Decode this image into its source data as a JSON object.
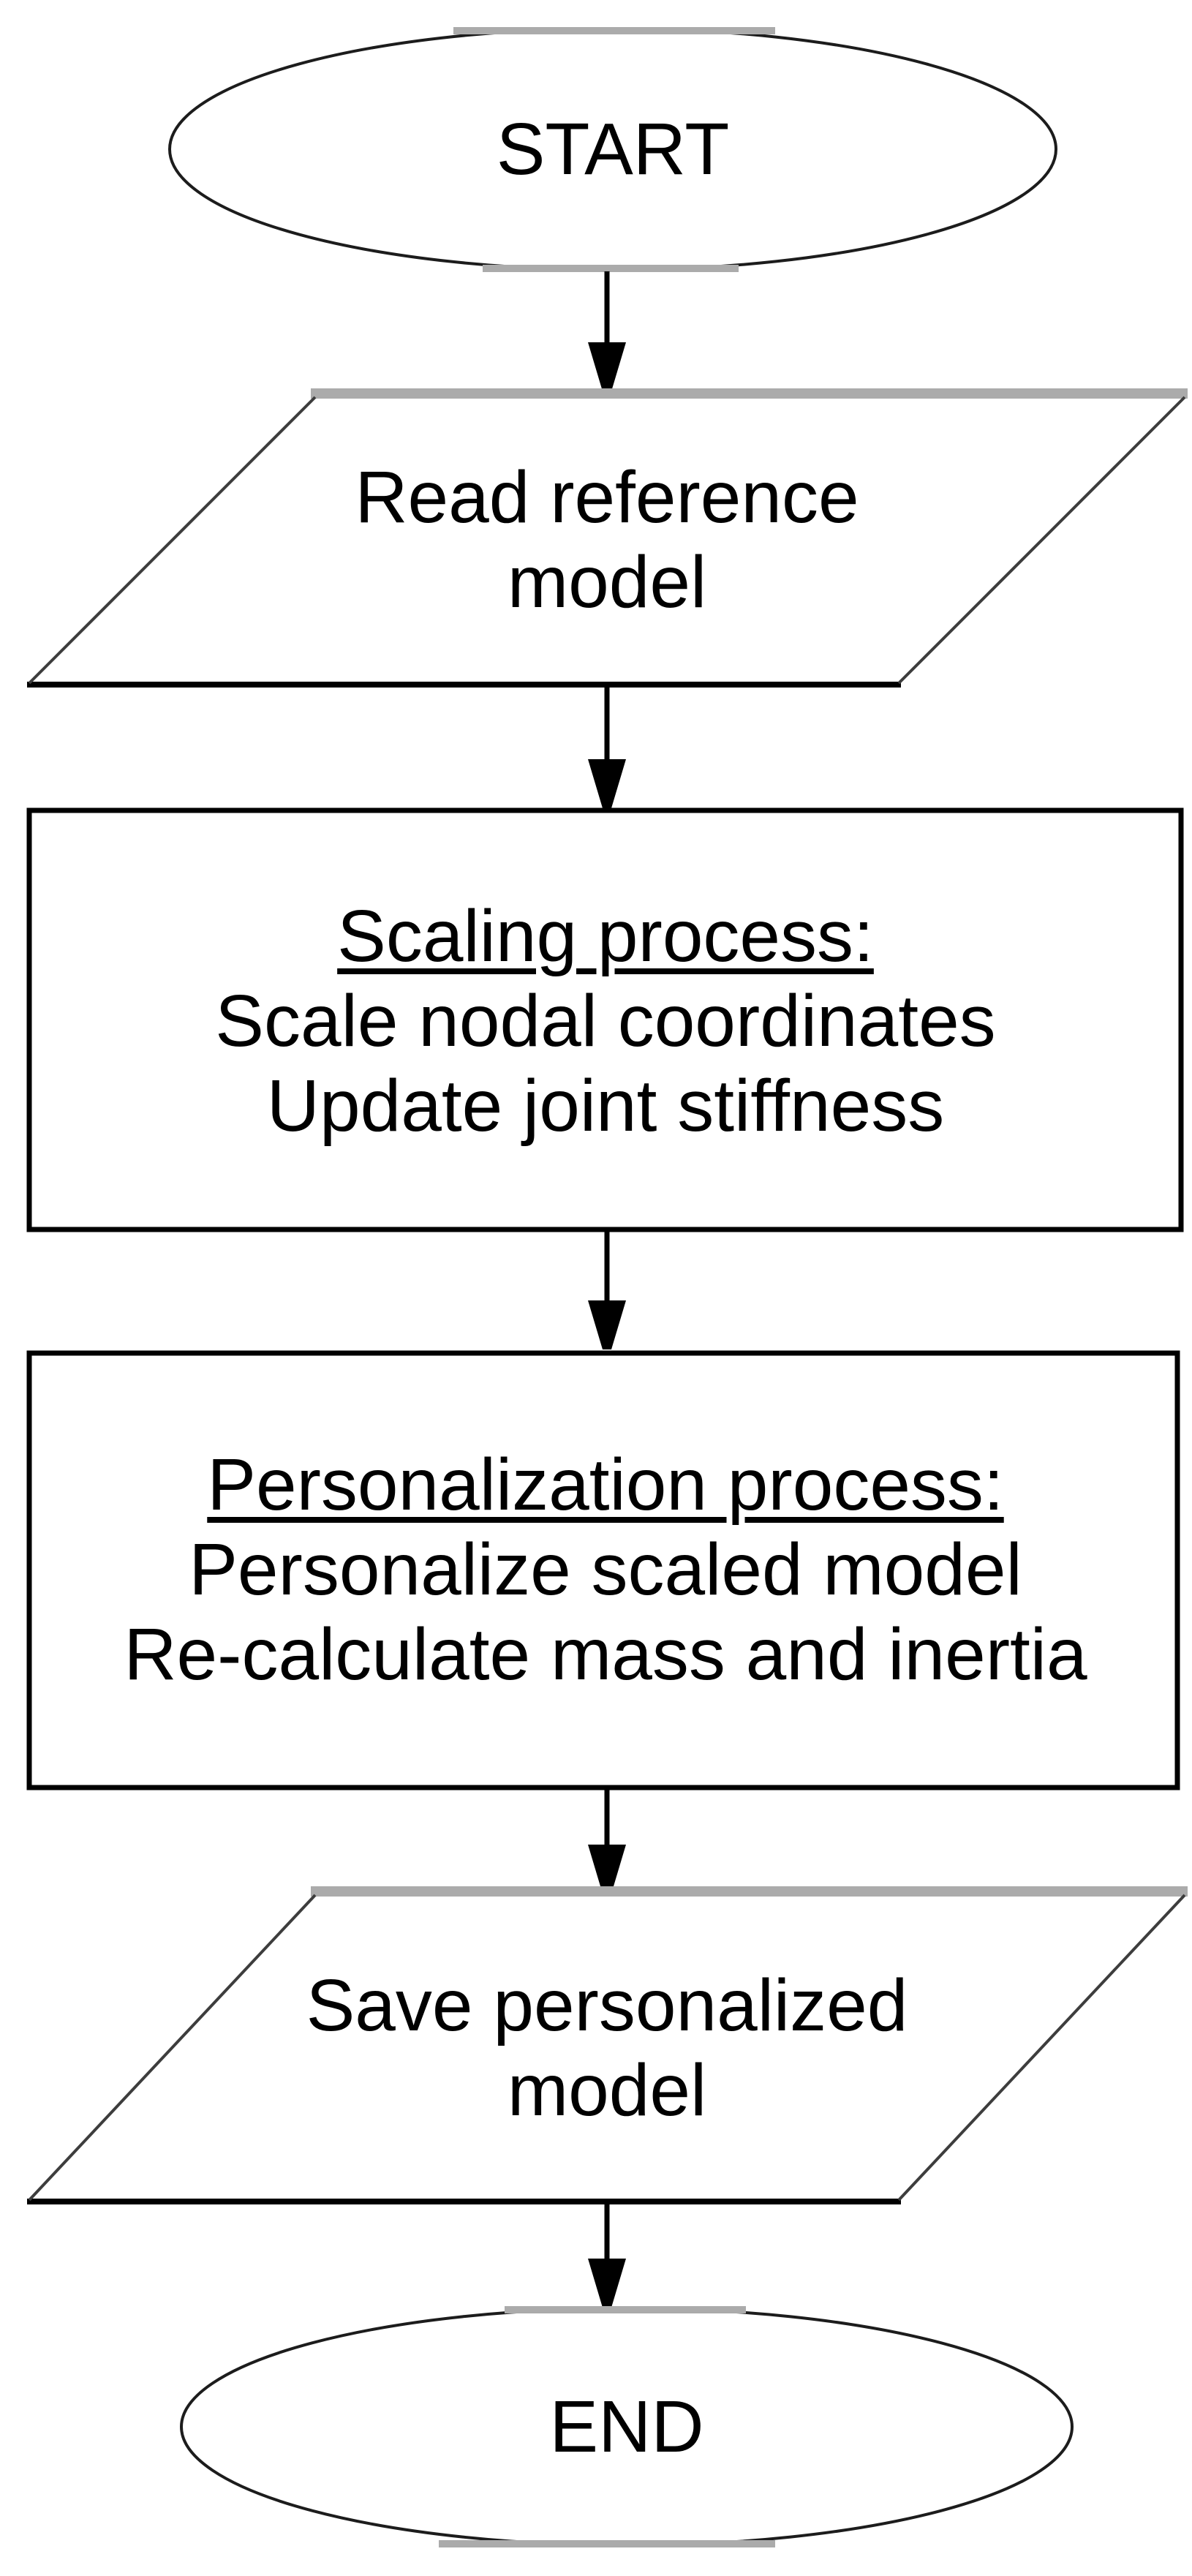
{
  "figure": {
    "type": "flowchart",
    "background_color": "#ffffff",
    "line_color": "#000000",
    "shade_color": "#ababab",
    "text_color": "#000000",
    "nodes": [
      {
        "id": "start",
        "shape": "terminator",
        "label": "START"
      },
      {
        "id": "read-reference",
        "shape": "input-output",
        "lines": [
          "Read reference",
          "model"
        ]
      },
      {
        "id": "scaling",
        "shape": "process",
        "heading": "Scaling process:",
        "lines": [
          "Scale nodal coordinates",
          "Update joint stiffness"
        ]
      },
      {
        "id": "personalization",
        "shape": "process",
        "heading": "Personalization process:",
        "lines": [
          "Personalize scaled model",
          "Re-calculate mass and inertia"
        ]
      },
      {
        "id": "save-model",
        "shape": "input-output",
        "lines": [
          "Save personalized",
          "model"
        ]
      },
      {
        "id": "end",
        "shape": "terminator",
        "label": "END"
      }
    ],
    "edges": [
      {
        "from": "start",
        "to": "read-reference"
      },
      {
        "from": "read-reference",
        "to": "scaling"
      },
      {
        "from": "scaling",
        "to": "personalization"
      },
      {
        "from": "personalization",
        "to": "save-model"
      },
      {
        "from": "save-model",
        "to": "end"
      }
    ]
  }
}
